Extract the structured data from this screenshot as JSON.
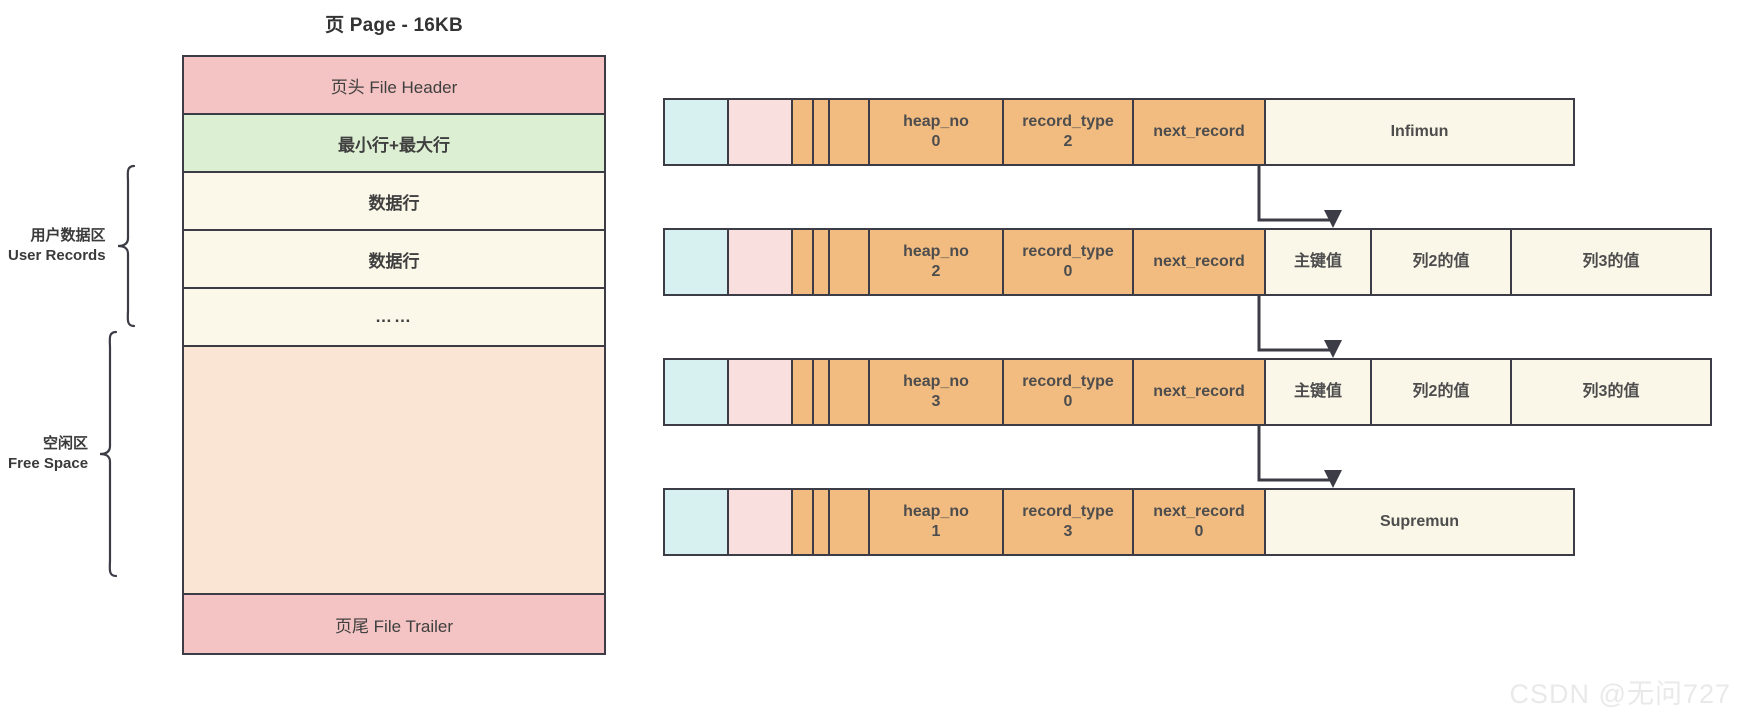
{
  "page_diagram": {
    "title": "页 Page - 16KB",
    "rows": [
      {
        "label": "页头 File Header",
        "kind": "header"
      },
      {
        "label": "最小行+最大行",
        "kind": "minmax"
      },
      {
        "label": "数据行",
        "kind": "data"
      },
      {
        "label": "数据行",
        "kind": "data"
      },
      {
        "label": "……",
        "kind": "dots"
      },
      {
        "label": "",
        "kind": "free"
      },
      {
        "label": "页尾 File Trailer",
        "kind": "trailer"
      }
    ],
    "braces": [
      {
        "label_cn": "用户数据区",
        "label_en": "User Records"
      },
      {
        "label_cn": "空闲区",
        "label_en": "Free Space"
      }
    ]
  },
  "record_diagram": {
    "rows": [
      {
        "name": "infimum-record",
        "cells": [
          {
            "name": "variable-length-field",
            "color": "cyan",
            "label": "",
            "sub": ""
          },
          {
            "name": "null-flag-field",
            "color": "pink",
            "label": "",
            "sub": ""
          },
          {
            "name": "delete-mask-field",
            "color": "orange",
            "label": "",
            "sub": ""
          },
          {
            "name": "min-rec-flag-field",
            "color": "orange",
            "label": "",
            "sub": ""
          },
          {
            "name": "n-owned-field",
            "color": "orange",
            "label": "",
            "sub": ""
          },
          {
            "name": "heap-no-field",
            "color": "orange",
            "label": "heap_no",
            "sub": "0"
          },
          {
            "name": "record-type-field",
            "color": "orange",
            "label": "record_type",
            "sub": "2"
          },
          {
            "name": "next-record-field",
            "color": "orange",
            "label": "next_record",
            "sub": ""
          },
          {
            "name": "row-data-field",
            "color": "cream",
            "label": "Infimun",
            "sub": ""
          }
        ]
      },
      {
        "name": "user-record-1",
        "cells": [
          {
            "name": "variable-length-field",
            "color": "cyan",
            "label": "",
            "sub": ""
          },
          {
            "name": "null-flag-field",
            "color": "pink",
            "label": "",
            "sub": ""
          },
          {
            "name": "delete-mask-field",
            "color": "orange",
            "label": "",
            "sub": ""
          },
          {
            "name": "min-rec-flag-field",
            "color": "orange",
            "label": "",
            "sub": ""
          },
          {
            "name": "n-owned-field",
            "color": "orange",
            "label": "",
            "sub": ""
          },
          {
            "name": "heap-no-field",
            "color": "orange",
            "label": "heap_no",
            "sub": "2"
          },
          {
            "name": "record-type-field",
            "color": "orange",
            "label": "record_type",
            "sub": "0"
          },
          {
            "name": "next-record-field",
            "color": "orange",
            "label": "next_record",
            "sub": ""
          },
          {
            "name": "primary-key-column",
            "color": "cream",
            "label": "主键值",
            "sub": ""
          },
          {
            "name": "column2-value",
            "color": "cream",
            "label": "列2的值",
            "sub": ""
          },
          {
            "name": "column3-value",
            "color": "cream",
            "label": "列3的值",
            "sub": ""
          }
        ]
      },
      {
        "name": "user-record-2",
        "cells": [
          {
            "name": "variable-length-field",
            "color": "cyan",
            "label": "",
            "sub": ""
          },
          {
            "name": "null-flag-field",
            "color": "pink",
            "label": "",
            "sub": ""
          },
          {
            "name": "delete-mask-field",
            "color": "orange",
            "label": "",
            "sub": ""
          },
          {
            "name": "min-rec-flag-field",
            "color": "orange",
            "label": "",
            "sub": ""
          },
          {
            "name": "n-owned-field",
            "color": "orange",
            "label": "",
            "sub": ""
          },
          {
            "name": "heap-no-field",
            "color": "orange",
            "label": "heap_no",
            "sub": "3"
          },
          {
            "name": "record-type-field",
            "color": "orange",
            "label": "record_type",
            "sub": "0"
          },
          {
            "name": "next-record-field",
            "color": "orange",
            "label": "next_record",
            "sub": ""
          },
          {
            "name": "primary-key-column",
            "color": "cream",
            "label": "主键值",
            "sub": ""
          },
          {
            "name": "column2-value",
            "color": "cream",
            "label": "列2的值",
            "sub": ""
          },
          {
            "name": "column3-value",
            "color": "cream",
            "label": "列3的值",
            "sub": ""
          }
        ]
      },
      {
        "name": "supremum-record",
        "cells": [
          {
            "name": "variable-length-field",
            "color": "cyan",
            "label": "",
            "sub": ""
          },
          {
            "name": "null-flag-field",
            "color": "pink",
            "label": "",
            "sub": ""
          },
          {
            "name": "delete-mask-field",
            "color": "orange",
            "label": "",
            "sub": ""
          },
          {
            "name": "min-rec-flag-field",
            "color": "orange",
            "label": "",
            "sub": ""
          },
          {
            "name": "n-owned-field",
            "color": "orange",
            "label": "",
            "sub": ""
          },
          {
            "name": "heap-no-field",
            "color": "orange",
            "label": "heap_no",
            "sub": "1"
          },
          {
            "name": "record-type-field",
            "color": "orange",
            "label": "record_type",
            "sub": "3"
          },
          {
            "name": "next-record-field",
            "color": "orange",
            "label": "next_record",
            "sub": "0"
          },
          {
            "name": "row-data-field",
            "color": "cream",
            "label": "Supremun",
            "sub": ""
          }
        ]
      }
    ]
  },
  "watermark": "CSDN @无问727",
  "colors": {
    "header": "#f4c3c3",
    "minmax": "#dcefd2",
    "data": "#fbf8e9",
    "free": "#fae4d3",
    "cyan": "#d7f1f0",
    "pink": "#fadfdf",
    "orange": "#f2bc81",
    "cream": "#faf7e8",
    "stroke": "#3c3c46"
  }
}
